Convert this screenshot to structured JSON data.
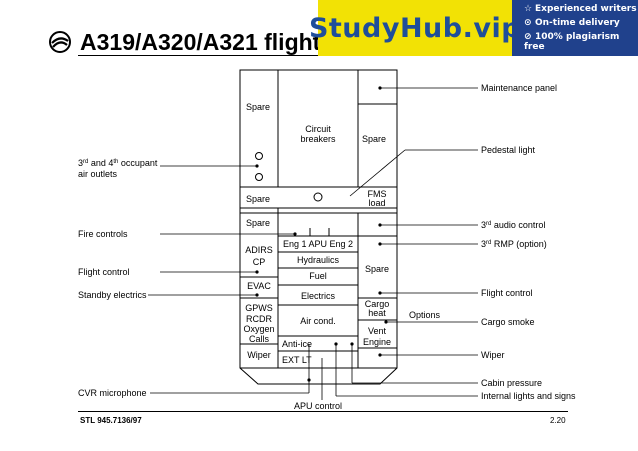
{
  "title": "A319/A320/A321 flight",
  "banner": {
    "brand": "StudyHub.vip",
    "features": [
      {
        "icon": "☆",
        "text": "Experienced writers"
      },
      {
        "icon": "⊙",
        "text": "On-time delivery"
      },
      {
        "icon": "⊘",
        "text": "100% plagiarism free"
      }
    ]
  },
  "panel": {
    "spare_top": "Spare",
    "circuit_1": "Circuit",
    "circuit_2": "breakers",
    "spare_right": "Spare",
    "spare_mid": "Spare",
    "fms_1": "FMS",
    "fms_2": "load",
    "spare_lower": "Spare",
    "eng": "Eng 1 APU Eng 2",
    "adirs_1": "ADIRS",
    "adirs_2": "CP",
    "hydraulics": "Hydraulics",
    "spare_r2": "Spare",
    "fuel": "Fuel",
    "evac": "EVAC",
    "electrics": "Electrics",
    "gpws": "GPWS",
    "rcdr": "RCDR",
    "oxygen": "Oxygen",
    "calls": "Calls",
    "aircond": "Air cond.",
    "cargo_1": "Cargo",
    "cargo_2": "heat",
    "vent_1": "Vent",
    "vent_2": "Engine",
    "antiice": "Anti-ice",
    "wiper": "Wiper",
    "extlt": "EXT LT"
  },
  "callouts": {
    "occupant_1": "3",
    "occupant_sup": "rd",
    "occupant_2": " and 4",
    "occupant_sup2": "th",
    "occupant_3": " occupant",
    "occupant_line2": "air outlets",
    "fire": "Fire controls",
    "flight_control_left": "Flight control",
    "standby": "Standby electrics",
    "cvr": "CVR microphone",
    "apu_control": "APU control",
    "maintenance": "Maintenance panel",
    "pedestal": "Pedestal light",
    "audio_1": "3",
    "audio_sup": "rd",
    "audio_2": " audio control",
    "rmp_1": "3",
    "rmp_sup": "rd",
    "rmp_2": " RMP (option)",
    "flight_control_right": "Flight control",
    "options": "Options",
    "cargo_smoke": "Cargo smoke",
    "wiper_right": "Wiper",
    "cabin_pressure": "Cabin pressure",
    "internal_lights": "Internal lights and signs"
  },
  "footer": {
    "ref": "STL 945.7136/97",
    "page": "2.20"
  }
}
